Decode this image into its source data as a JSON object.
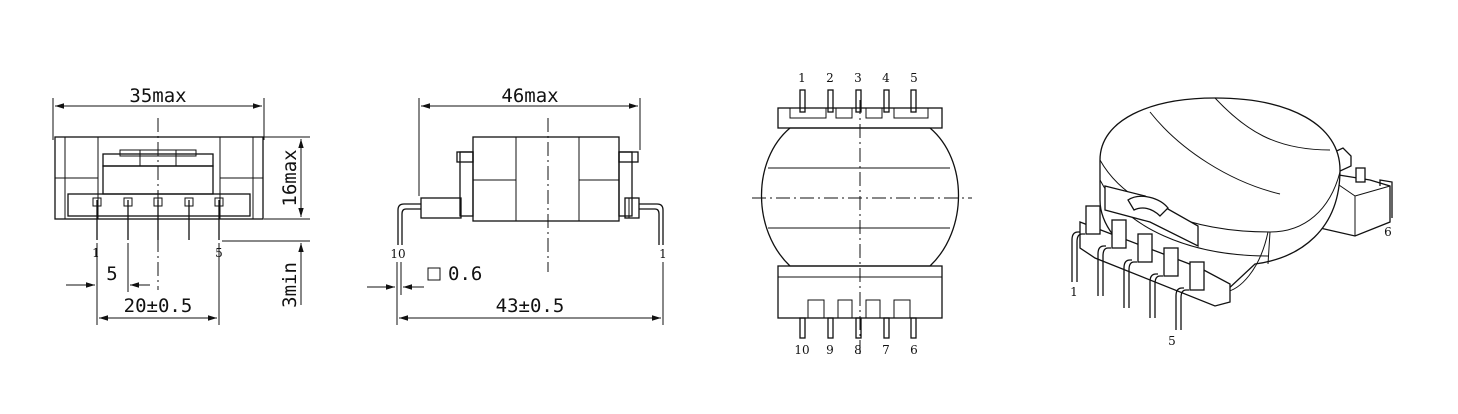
{
  "dims": {
    "width_max": "35max",
    "height_max": "16max",
    "pin_len_min": "3min",
    "pin_pitch": "5",
    "row_pitch": "20±0.5",
    "length_max": "46max",
    "pin_size": "0.6",
    "length_pins": "43±0.5"
  },
  "front_pins": {
    "left": "1",
    "right": "5"
  },
  "side_pins": {
    "left": "10",
    "right": "1"
  },
  "top_pins": [
    "1",
    "2",
    "3",
    "4",
    "5"
  ],
  "bottom_pins": [
    "10",
    "9",
    "8",
    "7",
    "6"
  ],
  "iso_pins": {
    "a": "1",
    "b": "5",
    "c": "6"
  }
}
